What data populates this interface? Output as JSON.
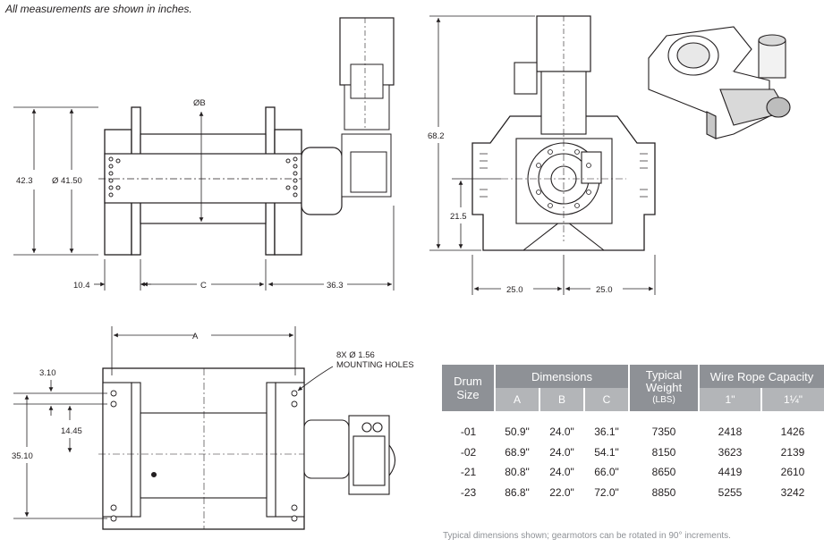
{
  "note": "All measurements are shown in inches.",
  "side_view": {
    "dim_height": "42.3",
    "dim_drum_dia": "Ø 41.50",
    "dim_b": "ØB",
    "dim_left_offset": "10.4",
    "dim_c": "C",
    "dim_motor": "36.3"
  },
  "end_view": {
    "dim_total_height": "68.2",
    "dim_center_height": "21.5",
    "dim_half_width_left": "25.0",
    "dim_half_width_right": "25.0"
  },
  "top_view": {
    "dim_a": "A",
    "dim_edge": "3.10",
    "dim_hole_spacing": "14.45",
    "dim_total_width": "35.10",
    "mounting_label_line1": "8X Ø 1.56",
    "mounting_label_line2": "MOUNTING HOLES"
  },
  "table": {
    "col_drum": "Drum Size",
    "col_dimensions": "Dimensions",
    "col_weight": "Typical Weight",
    "col_weight_unit": "(LBS)",
    "col_capacity": "Wire Rope Capacity",
    "sub_a": "A",
    "sub_b": "B",
    "sub_c": "C",
    "sub_rope1": "1\"",
    "sub_rope2": "1¼\"",
    "rows": [
      {
        "size": "-01",
        "a": "50.9\"",
        "b": "24.0\"",
        "c": "36.1\"",
        "weight": "7350",
        "rope1": "2418",
        "rope2": "1426"
      },
      {
        "size": "-02",
        "a": "68.9\"",
        "b": "24.0\"",
        "c": "54.1\"",
        "weight": "8150",
        "rope1": "3623",
        "rope2": "2139"
      },
      {
        "size": "-21",
        "a": "80.8\"",
        "b": "24.0\"",
        "c": "66.0\"",
        "weight": "8650",
        "rope1": "4419",
        "rope2": "2610"
      },
      {
        "size": "-23",
        "a": "86.8\"",
        "b": "22.0\"",
        "c": "72.0\"",
        "weight": "8850",
        "rope1": "5255",
        "rope2": "3242"
      }
    ]
  },
  "footnote": "Typical dimensions shown; gearmotors can be rotated in 90° increments."
}
